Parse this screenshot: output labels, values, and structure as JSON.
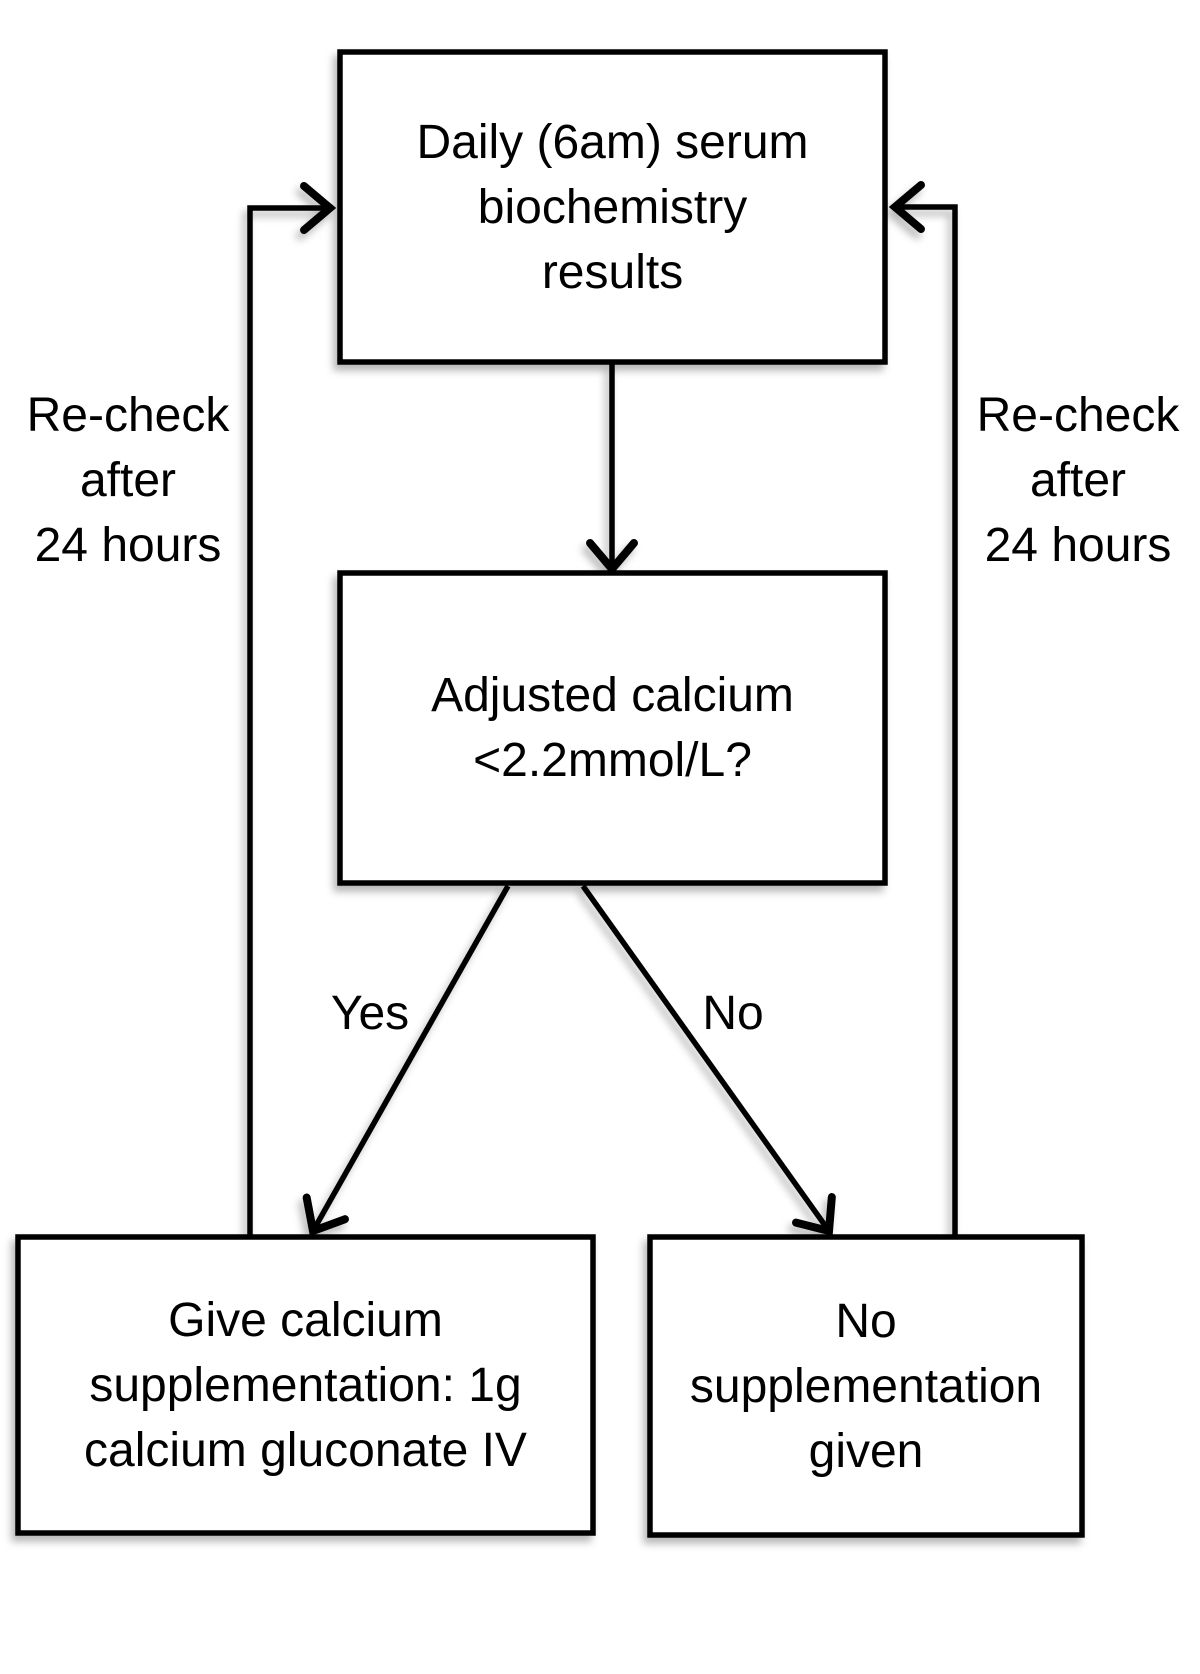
{
  "diagram": {
    "type": "flowchart",
    "colors": {
      "background": "#ffffff",
      "box_fill": "#ffffff",
      "line": "#000000",
      "text": "#000000"
    },
    "nodes": {
      "daily_results": {
        "label": "Daily (6am) serum\nbiochemistry\nresults"
      },
      "calcium_decision": {
        "label": "Adjusted calcium\n<2.2mmol/L?"
      },
      "give_supplement": {
        "label": "Give calcium\nsupplementation: 1g\ncalcium gluconate IV"
      },
      "no_supplement": {
        "label": "No\nsupplementation\ngiven"
      }
    },
    "edge_labels": {
      "yes": "Yes",
      "no": "No",
      "recheck_left": "Re-check\nafter\n24 hours",
      "recheck_right": "Re-check\nafter\n24 hours"
    },
    "edges": [
      {
        "from": "daily_results",
        "to": "calcium_decision",
        "label": ""
      },
      {
        "from": "calcium_decision",
        "to": "give_supplement",
        "label": "Yes"
      },
      {
        "from": "calcium_decision",
        "to": "no_supplement",
        "label": "No"
      },
      {
        "from": "give_supplement",
        "to": "daily_results",
        "label": "Re-check after 24 hours"
      },
      {
        "from": "no_supplement",
        "to": "daily_results",
        "label": "Re-check after 24 hours"
      }
    ]
  }
}
